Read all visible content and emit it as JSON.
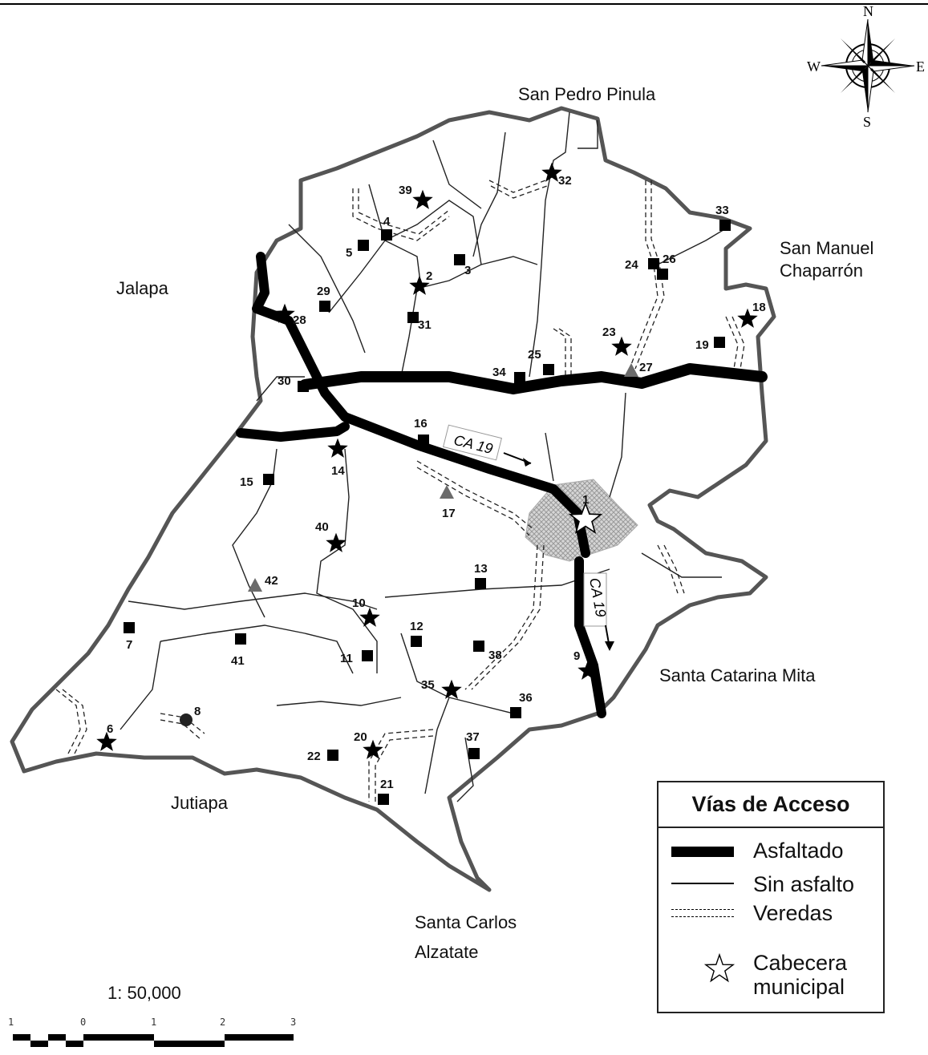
{
  "regions": {
    "north": "San Pedro Pinula",
    "northeast_line1": "San Manuel",
    "northeast_line2": "Chaparrón",
    "west": "Jalapa",
    "southwest": "Jutiapa",
    "south_line1": "Santa Carlos",
    "south_line2": "Alzatate",
    "east": "Santa Catarina Mita"
  },
  "compass": {
    "north": "N",
    "south": "S",
    "east": "E",
    "west": "W"
  },
  "roads": {
    "highway_label": "CA 19"
  },
  "places": [
    {
      "n": "1",
      "symbol": "cabecera-star"
    },
    {
      "n": "2",
      "symbol": "star"
    },
    {
      "n": "3",
      "symbol": "square"
    },
    {
      "n": "4",
      "symbol": "square"
    },
    {
      "n": "5",
      "symbol": "square"
    },
    {
      "n": "6",
      "symbol": "star"
    },
    {
      "n": "7",
      "symbol": "square"
    },
    {
      "n": "8",
      "symbol": "circle"
    },
    {
      "n": "9",
      "symbol": "star"
    },
    {
      "n": "10",
      "symbol": "star"
    },
    {
      "n": "11",
      "symbol": "square"
    },
    {
      "n": "12",
      "symbol": "square"
    },
    {
      "n": "13",
      "symbol": "square"
    },
    {
      "n": "14",
      "symbol": "star"
    },
    {
      "n": "15",
      "symbol": "square"
    },
    {
      "n": "16",
      "symbol": "square"
    },
    {
      "n": "17",
      "symbol": "triangle"
    },
    {
      "n": "18",
      "symbol": "star"
    },
    {
      "n": "19",
      "symbol": "square"
    },
    {
      "n": "20",
      "symbol": "star"
    },
    {
      "n": "21",
      "symbol": "square"
    },
    {
      "n": "22",
      "symbol": "square"
    },
    {
      "n": "23",
      "symbol": "star"
    },
    {
      "n": "24",
      "symbol": "square"
    },
    {
      "n": "25",
      "symbol": "square"
    },
    {
      "n": "26",
      "symbol": "square"
    },
    {
      "n": "27",
      "symbol": "triangle"
    },
    {
      "n": "28",
      "symbol": "star"
    },
    {
      "n": "29",
      "symbol": "square"
    },
    {
      "n": "30",
      "symbol": "square"
    },
    {
      "n": "31",
      "symbol": "square"
    },
    {
      "n": "32",
      "symbol": "star"
    },
    {
      "n": "33",
      "symbol": "square"
    },
    {
      "n": "34",
      "symbol": "square"
    },
    {
      "n": "35",
      "symbol": "star"
    },
    {
      "n": "36",
      "symbol": "square"
    },
    {
      "n": "37",
      "symbol": "square"
    },
    {
      "n": "38",
      "symbol": "square"
    },
    {
      "n": "39",
      "symbol": "star"
    },
    {
      "n": "40",
      "symbol": "star"
    },
    {
      "n": "41",
      "symbol": "square"
    },
    {
      "n": "42",
      "symbol": "triangle"
    }
  ],
  "legend": {
    "title": "Vías de Acceso",
    "paved": "Asfaltado",
    "unpaved": "Sin asfalto",
    "trails": "Veredas",
    "capital_line1": "Cabecera",
    "capital_line2": "municipal"
  },
  "scale": {
    "ratio": "1: 50,000",
    "ticks": [
      "1",
      "0",
      "1",
      "2",
      "3"
    ]
  },
  "colors": {
    "boundary": "#555555",
    "road": "#000000",
    "urban_area": "#c8c8c8",
    "triangle": "#6b6b6b"
  }
}
